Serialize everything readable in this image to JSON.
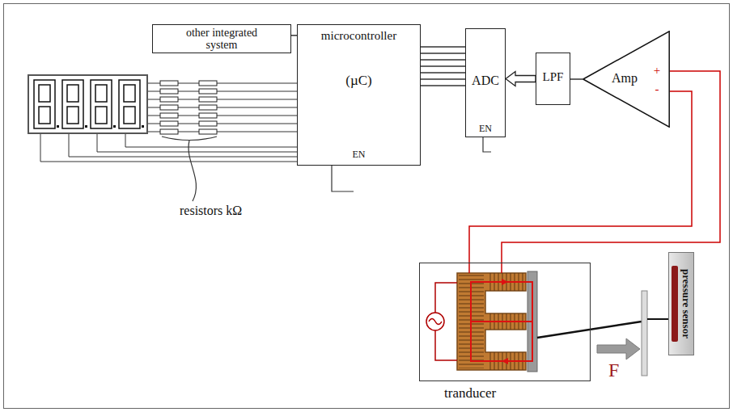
{
  "diagram": {
    "nodes": [
      {
        "text": [
          "other integrated system"
        ]
      },
      {
        "text": [
          "microcontroller",
          "(µC)",
          "EN"
        ]
      },
      {
        "text": [
          "ADC",
          "EN"
        ]
      },
      {
        "text": [
          "LPF"
        ]
      },
      {
        "text": [
          "Amp",
          "+",
          "-"
        ]
      },
      {
        "text": [
          "tranducer"
        ]
      },
      {
        "text": [
          "pressure sensor"
        ]
      }
    ],
    "edges": [
      {
        "from": 0,
        "to": 1,
        "arrow": "none"
      },
      {
        "from": 1,
        "to": 2,
        "arrow": "none"
      },
      {
        "from": 3,
        "to": 2,
        "arrow": "to"
      },
      {
        "from": 4,
        "to": 3,
        "arrow": "none"
      },
      {
        "from": 5,
        "to": 4,
        "arrow": "none"
      },
      {
        "from": 5,
        "to": 4,
        "arrow": "none"
      }
    ],
    "labels": [
      "resistors kΩ",
      "F"
    ]
  }
}
